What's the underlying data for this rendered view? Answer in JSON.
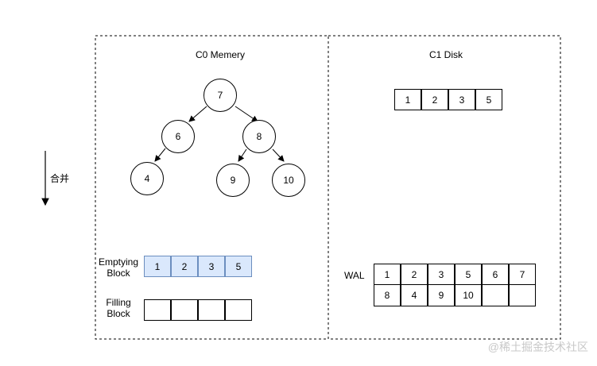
{
  "merge_label": "合并",
  "c0": {
    "title": "C0 Memery",
    "tree_nodes": [
      "7",
      "6",
      "8",
      "4",
      "9",
      "10"
    ],
    "emptying_label": [
      "Emptying",
      "Block"
    ],
    "emptying_cells": [
      "1",
      "2",
      "3",
      "5"
    ],
    "filling_label": [
      "Filling",
      "Block"
    ],
    "filling_cells": [
      "",
      "",
      "",
      ""
    ]
  },
  "c1": {
    "title": "C1 Disk",
    "disk_cells": [
      "1",
      "2",
      "3",
      "5"
    ],
    "wal_label": "WAL",
    "wal_row1": [
      "1",
      "2",
      "3",
      "5",
      "6",
      "7"
    ],
    "wal_row2": [
      "8",
      "4",
      "9",
      "10",
      "",
      ""
    ]
  },
  "watermark": "@稀土掘金技术社区",
  "colors": {
    "emptying_fill": "#dae8fc",
    "emptying_border": "#6c8ebf"
  }
}
